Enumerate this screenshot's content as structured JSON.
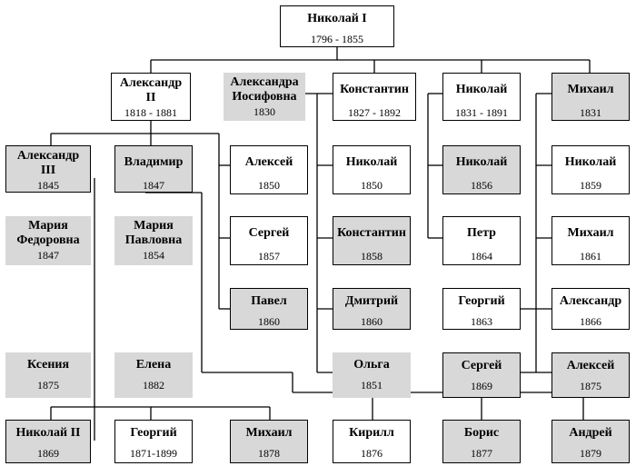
{
  "nodes": {
    "nikolai1": {
      "name": "Николай I",
      "years": "1796 - 1855"
    },
    "alexandr2": {
      "name": "Александр\nII",
      "years": "1818 - 1881"
    },
    "alexandra": {
      "name": "Александра\nИосифовна",
      "years": "1830"
    },
    "konstantin": {
      "name": "Константин",
      "years": "1827 - 1892"
    },
    "nikolai_b": {
      "name": "Николай",
      "years": "1831 - 1891"
    },
    "mikhail_b": {
      "name": "Михаил",
      "years": "1831"
    },
    "alexandr3": {
      "name": "Александр\nIII",
      "years": "1845"
    },
    "vladimir": {
      "name": "Владимир",
      "years": "1847"
    },
    "aleksei_a2": {
      "name": "Алексей",
      "years": "1850"
    },
    "nikolai_k": {
      "name": "Николай",
      "years": "1850"
    },
    "nikolai_n": {
      "name": "Николай",
      "years": "1856"
    },
    "nikolai_m": {
      "name": "Николай",
      "years": "1859"
    },
    "maria_f": {
      "name": "Мария\nФедоровна",
      "years": "1847"
    },
    "maria_p": {
      "name": "Мария\nПавловна",
      "years": "1854"
    },
    "sergei_a2": {
      "name": "Сергей",
      "years": "1857"
    },
    "konstantin_k": {
      "name": "Константин",
      "years": "1858"
    },
    "petr_n": {
      "name": "Петр",
      "years": "1864"
    },
    "mikhail_m": {
      "name": "Михаил",
      "years": "1861"
    },
    "pavel": {
      "name": "Павел",
      "years": "1860"
    },
    "dmitri": {
      "name": "Дмитрий",
      "years": "1860"
    },
    "georgi_m": {
      "name": "Георгий",
      "years": "1863"
    },
    "alexandr_m": {
      "name": "Александр",
      "years": "1866"
    },
    "ksenia": {
      "name": "Ксения",
      "years": "1875"
    },
    "elena": {
      "name": "Елена",
      "years": "1882"
    },
    "olga": {
      "name": "Ольга",
      "years": "1851"
    },
    "sergei_m": {
      "name": "Сергей",
      "years": "1869"
    },
    "aleksei_m": {
      "name": "Алексей",
      "years": "1875"
    },
    "nikolai2": {
      "name": "Николай II",
      "years": "1869"
    },
    "georgi_a3": {
      "name": "Георгий",
      "years": "1871-1899"
    },
    "mikhail_a3": {
      "name": "Михаил",
      "years": "1878"
    },
    "kirill": {
      "name": "Кирилл",
      "years": "1876"
    },
    "boris": {
      "name": "Борис",
      "years": "1877"
    },
    "andrei": {
      "name": "Андрей",
      "years": "1879"
    }
  },
  "colors": {
    "line": "#000000",
    "shade": "#d8d8d8",
    "box": "#ffffff"
  }
}
